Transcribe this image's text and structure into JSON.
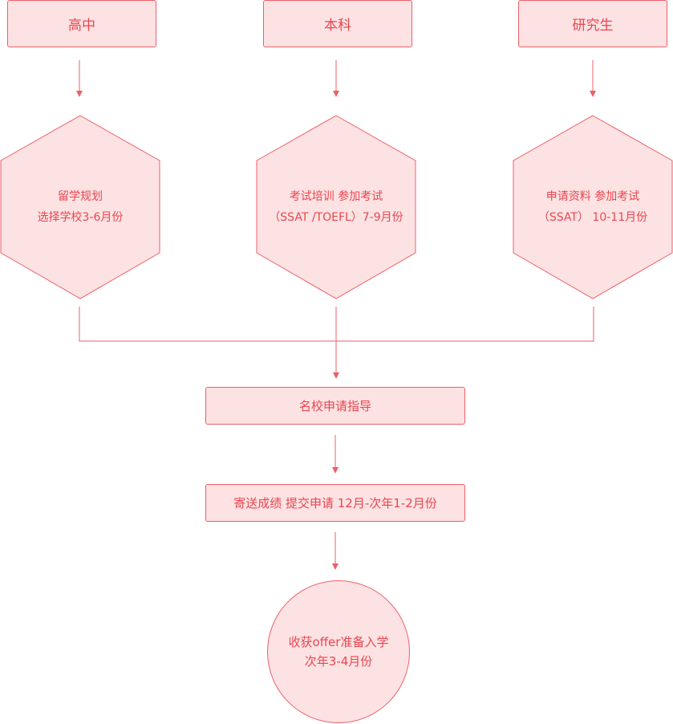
{
  "colors": {
    "fill": "#fde2e3",
    "stroke": "#ec5f68",
    "text": "#e8464f"
  },
  "levels": {
    "high_school": "高中",
    "undergrad": "本科",
    "graduate": "研究生"
  },
  "stages": {
    "high_school": {
      "line1": "留学规划",
      "line2": "选择学校3-6月份"
    },
    "undergrad": {
      "line1": "考试培训  参加考试",
      "line2": "（SSAT /TOEFL）7-9月份"
    },
    "graduate": {
      "line1": "申请资料  参加考试",
      "line2": "（SSAT） 10-11月份"
    }
  },
  "guidance": "名校申请指导",
  "submit": "寄送成绩  提交申请 12月-次年1-2月份",
  "offer": {
    "line1": "收获offer准备入学",
    "line2": "次年3-4月份"
  }
}
